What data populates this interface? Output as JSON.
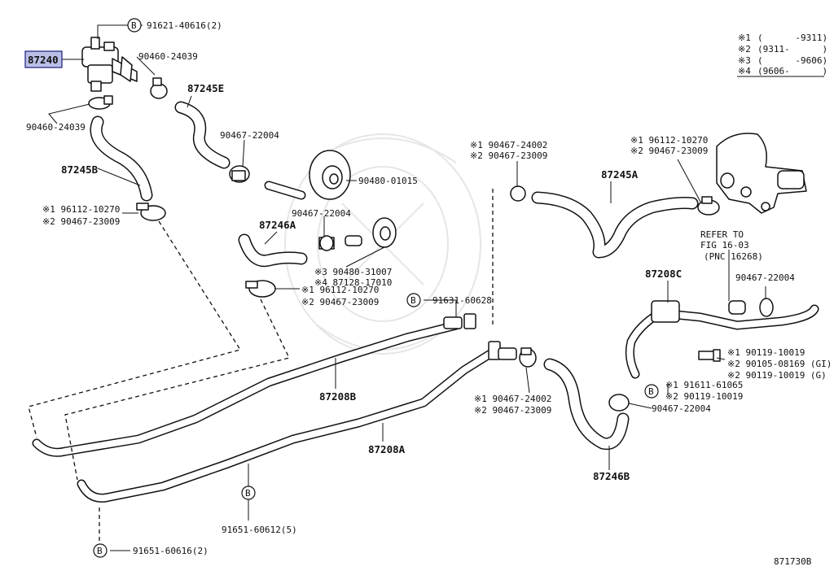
{
  "diagram_id": "871730B",
  "legend": {
    "rows": [
      {
        "mark": "※1",
        "range": "(      -9311)"
      },
      {
        "mark": "※2",
        "range": "(9311-      )"
      },
      {
        "mark": "※3",
        "range": "(      -9606)"
      },
      {
        "mark": "※4",
        "range": "(9606-      )"
      }
    ]
  },
  "refer": {
    "line1": "REFER TO",
    "line2": "FIG 16-03",
    "line3": "(PNC 16268)"
  },
  "highlight_color": "#b9bfe6",
  "labels": {
    "p87240": "87240",
    "p91621": "91621-40616(2)",
    "p90460_a": "90460-24039",
    "p90460_b": "90460-24039",
    "p87245E": "87245E",
    "p87245B": "87245B",
    "p90467_22004_a": "90467-22004",
    "p90480_01015": "90480-01015",
    "c1_a": "※1 96112-10270",
    "c2_a": "※2 90467-23009",
    "p90467_22004_b": "90467-22004",
    "p87246A": "87246A",
    "c3_a": "※3 90480-31007",
    "c4_a": "※4 87128-17010",
    "c1_b": "※1 96112-10270",
    "c2_b": "※2 90467-23009",
    "p91631": "91631-60628",
    "p87208B": "87208B",
    "p87208A": "87208A",
    "c1_c": "※1 90467-24002",
    "c2_c": "※2 90467-23009",
    "c1_d": "※1 90467-24002",
    "c2_d": "※2 90467-23009",
    "c1_e": "※1 96112-10270",
    "c2_e": "※2 90467-23009",
    "p87245A": "87245A",
    "p87208C": "87208C",
    "p90467_22004_c": "90467-22004",
    "c1_f": "※1 90119-10019",
    "c2_f": "※2 90105-08169 (GI)",
    "c2_g": "※2 90119-10019 (G)",
    "c1_h": "※1 91611-61065",
    "c2_h": "※2 90119-10019",
    "p90467_22004_d": "90467-22004",
    "p87246B": "87246B",
    "p91651_a": "91651-60612(5)",
    "p91651_b": "91651-60616(2)",
    "b": "B"
  }
}
